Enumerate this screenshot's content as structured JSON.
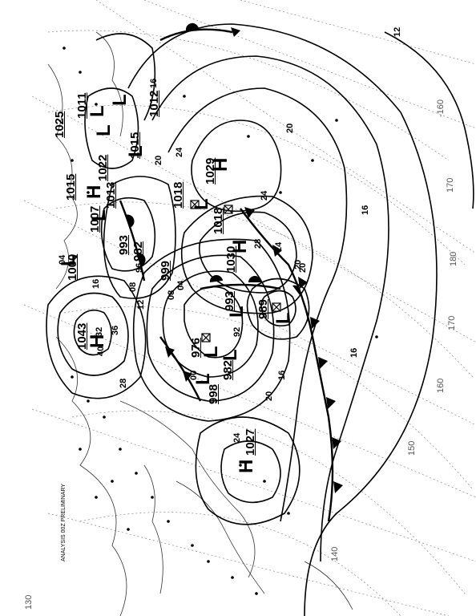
{
  "map": {
    "grid_longitudes": [
      {
        "label": "130"
      },
      {
        "label": "140"
      },
      {
        "label": "150"
      },
      {
        "label": "160"
      },
      {
        "label": "170"
      },
      {
        "label": "180"
      },
      {
        "label": "170"
      },
      {
        "label": "-160"
      }
    ],
    "centers": [
      {
        "type": "H",
        "pressure": "1029"
      },
      {
        "type": "H",
        "pressure": "1030"
      },
      {
        "type": "H",
        "pressure": "1043"
      },
      {
        "type": "H",
        "pressure": "1027"
      },
      {
        "type": "H",
        "pressure": "1015"
      },
      {
        "type": "L",
        "pressure": "993"
      },
      {
        "type": "L",
        "pressure": "989"
      },
      {
        "type": "L",
        "pressure": "976"
      },
      {
        "type": "L",
        "pressure": "982"
      },
      {
        "type": "L",
        "pressure": "998"
      },
      {
        "type": "L",
        "pressure": "1018"
      },
      {
        "type": "L",
        "pressure": "1007"
      },
      {
        "type": "L",
        "pressure": "1022"
      },
      {
        "type": "L",
        "pressure": "1011"
      },
      {
        "type": "L",
        "pressure": "1015"
      },
      {
        "type": "L",
        "pressure": "1012"
      },
      {
        "type": "L",
        "pressure": "1000"
      }
    ],
    "isobar_labels": [
      "12",
      "16",
      "20",
      "24",
      "28",
      "32",
      "36",
      "40",
      "04",
      "08",
      "12",
      "16",
      "20",
      "24",
      "28",
      "16",
      "20",
      "24",
      "16",
      "20",
      "08",
      "04",
      "00",
      "96",
      "92",
      "16",
      "20",
      "24"
    ],
    "pressure_extra": [
      "1025",
      "1018",
      "993",
      "982",
      "999",
      "1013"
    ],
    "stamp": "ANALYSIS 00Z PRELIMINARY"
  }
}
